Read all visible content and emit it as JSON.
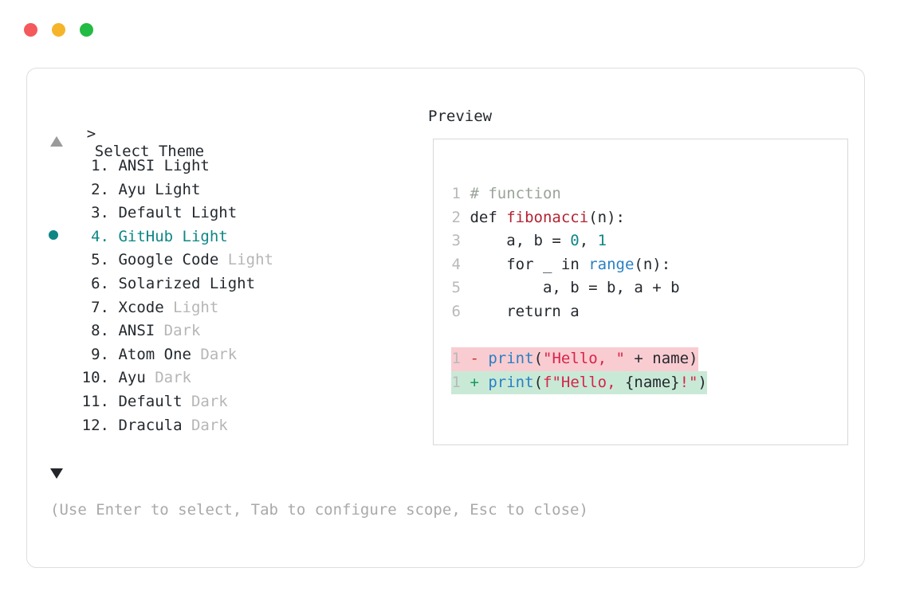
{
  "window": {
    "traffic_lights": [
      {
        "name": "close-dot",
        "color": "#f4595b"
      },
      {
        "name": "minimize-dot",
        "color": "#f5b42a"
      },
      {
        "name": "maximize-dot",
        "color": "#22bb44"
      }
    ]
  },
  "prompt": {
    "marker": ">",
    "title": "Select Theme"
  },
  "preview": {
    "header": "Preview"
  },
  "scroll": {
    "up_icon": "triangle-up",
    "down_icon": "triangle-down",
    "up_color": "#9a9a9a",
    "down_color": "#22262b"
  },
  "selection": {
    "selected_index": 4,
    "bullet_icon": "filled-circle",
    "accent_color": "#0f8686"
  },
  "themes": [
    {
      "num": "1.",
      "name": "ANSI",
      "suffix": "Light",
      "suffix_dim": false,
      "selected": false
    },
    {
      "num": "2.",
      "name": "Ayu",
      "suffix": "Light",
      "suffix_dim": false,
      "selected": false
    },
    {
      "num": "3.",
      "name": "Default",
      "suffix": "Light",
      "suffix_dim": false,
      "selected": false
    },
    {
      "num": "4.",
      "name": "GitHub",
      "suffix": "Light",
      "suffix_dim": false,
      "selected": true
    },
    {
      "num": "5.",
      "name": "Google Code",
      "suffix": "Light",
      "suffix_dim": true,
      "selected": false
    },
    {
      "num": "6.",
      "name": "Solarized",
      "suffix": "Light",
      "suffix_dim": false,
      "selected": false
    },
    {
      "num": "7.",
      "name": "Xcode",
      "suffix": "Light",
      "suffix_dim": true,
      "selected": false
    },
    {
      "num": "8.",
      "name": "ANSI",
      "suffix": "Dark",
      "suffix_dim": true,
      "selected": false
    },
    {
      "num": "9.",
      "name": "Atom One",
      "suffix": "Dark",
      "suffix_dim": true,
      "selected": false
    },
    {
      "num": "10.",
      "name": "Ayu",
      "suffix": "Dark",
      "suffix_dim": true,
      "selected": false
    },
    {
      "num": "11.",
      "name": "Default",
      "suffix": "Dark",
      "suffix_dim": true,
      "selected": false
    },
    {
      "num": "12.",
      "name": "Dracula",
      "suffix": "Dark",
      "suffix_dim": true,
      "selected": false
    }
  ],
  "code": {
    "lines": [
      {
        "gutter": "1",
        "text": "# function"
      },
      {
        "gutter": "2",
        "text": "def fibonacci(n):"
      },
      {
        "gutter": "3",
        "text": "    a, b = 0, 1"
      },
      {
        "gutter": "4",
        "text": "    for _ in range(n):"
      },
      {
        "gutter": "5",
        "text": "        a, b = b, a + b"
      },
      {
        "gutter": "6",
        "text": "    return a"
      }
    ],
    "diff": [
      {
        "gutter": "1",
        "sign": "-",
        "text": "print(\"Hello, \" + name)",
        "kind": "deletion"
      },
      {
        "gutter": "1",
        "sign": "+",
        "text": "print(f\"Hello, {name}!\")",
        "kind": "addition"
      }
    ],
    "tokens": {
      "comment": "# function",
      "keyword_def": "def",
      "function_name": "fibonacci",
      "numbers": [
        "0",
        "1"
      ],
      "builtin": "range",
      "keyword_for": "for",
      "keyword_in": "in",
      "keyword_return": "return",
      "print": "print",
      "string_old": "\"Hello, \"",
      "string_new_prefix": "f\"Hello, ",
      "string_new_suffix": "!\"",
      "interpolation": "{name}"
    },
    "colors": {
      "comment": "#9aa39a",
      "function": "#b42232",
      "number": "#0f8686",
      "builtin": "#2980c4",
      "string": "#d6244a",
      "plain": "#24292e",
      "gutter": "#b9b9b9",
      "diff_del_bg": "#f9ccd1",
      "diff_add_bg": "#c9e9d7",
      "diff_del_sign": "#c0392b",
      "diff_add_sign": "#159a5e"
    }
  },
  "hint": {
    "text": "(Use Enter to select, Tab to configure scope, Esc to close)"
  }
}
